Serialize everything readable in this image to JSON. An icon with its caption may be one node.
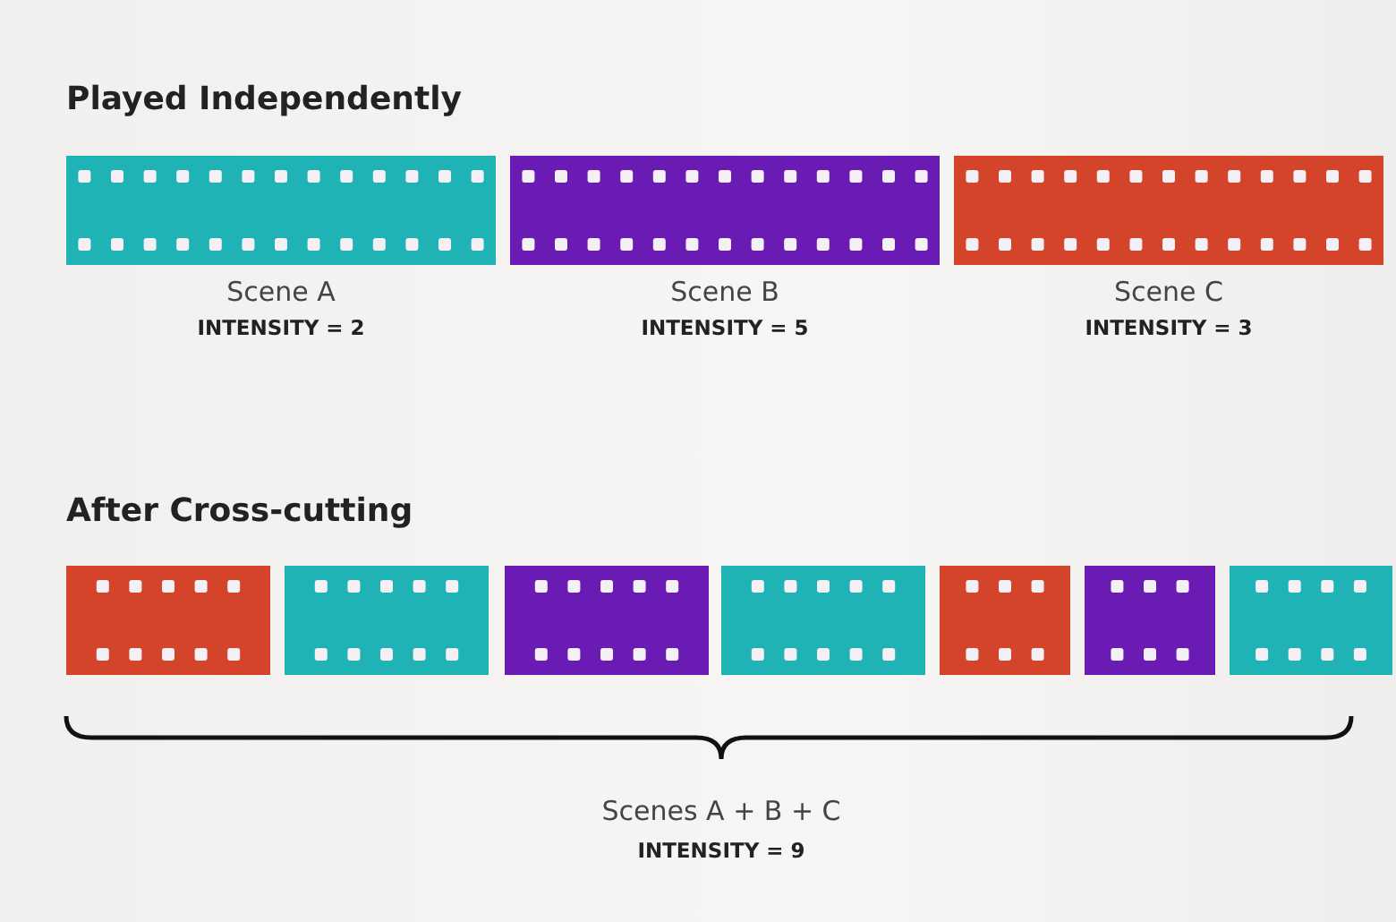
{
  "diagram": {
    "nodes": [
      {
        "text": [],
        "shape": "bar",
        "beside": [
          "Scene A",
          "INTENSITY = 2"
        ]
      },
      {
        "text": [],
        "shape": "bar",
        "beside": [
          "Scene B",
          "INTENSITY = 5"
        ]
      },
      {
        "text": [],
        "shape": "bar",
        "beside": [
          "Scene C",
          "INTENSITY = 3"
        ]
      },
      {
        "text": [],
        "shape": "bar"
      },
      {
        "text": [],
        "shape": "bar"
      },
      {
        "text": [],
        "shape": "bar"
      },
      {
        "text": [],
        "shape": "bar"
      },
      {
        "text": [],
        "shape": "bar"
      },
      {
        "text": [],
        "shape": "bar"
      },
      {
        "text": [],
        "shape": "bar"
      }
    ],
    "labels": [
      "Played Independently",
      "After Cross-cutting",
      "Scenes A + B + C",
      "INTENSITY = 9"
    ]
  }
}
